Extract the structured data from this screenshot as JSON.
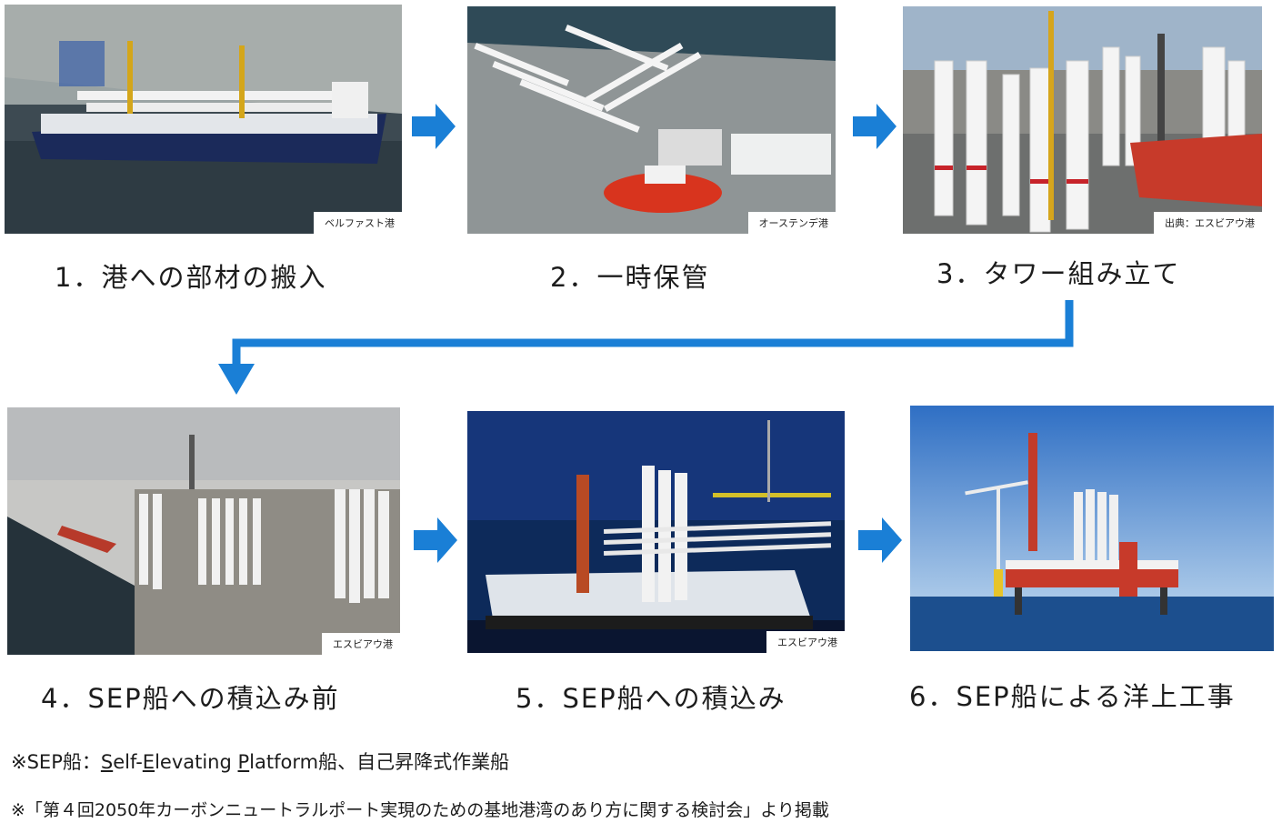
{
  "steps": [
    {
      "label": "1．港への部材の搬入",
      "credit": "ベルファスト港",
      "photo": "cargo-ship-with-blades-photo"
    },
    {
      "label": "2．一時保管",
      "credit": "オーステンデ港",
      "photo": "port-storage-yard-photo"
    },
    {
      "label": "3．タワー組み立て",
      "credit": "出典：エスビアウ港",
      "photo": "tower-assembly-photo"
    },
    {
      "label": "4．SEP船への積込み前",
      "credit": "エスビアウ港",
      "photo": "pre-loading-yard-photo"
    },
    {
      "label": "5．SEP船への積込み",
      "credit": "エスビアウ港",
      "photo": "night-loading-photo"
    },
    {
      "label": "6．SEP船による洋上工事",
      "credit": "",
      "photo": "offshore-installation-photo"
    }
  ],
  "notes": {
    "sep_prefix": "※SEP船：",
    "sep_s": "S",
    "sep_elf": "elf-",
    "sep_e": "E",
    "sep_levating": "levating ",
    "sep_p": "P",
    "sep_rest": "latform船、自己昇降式作業船",
    "source": "※「第４回2050年カーボンニュートラルポート実現のための基地港湾のあり方に関する検討会」より掲載"
  },
  "colors": {
    "arrow": "#1a7fd6",
    "text": "#1c1c1c"
  }
}
